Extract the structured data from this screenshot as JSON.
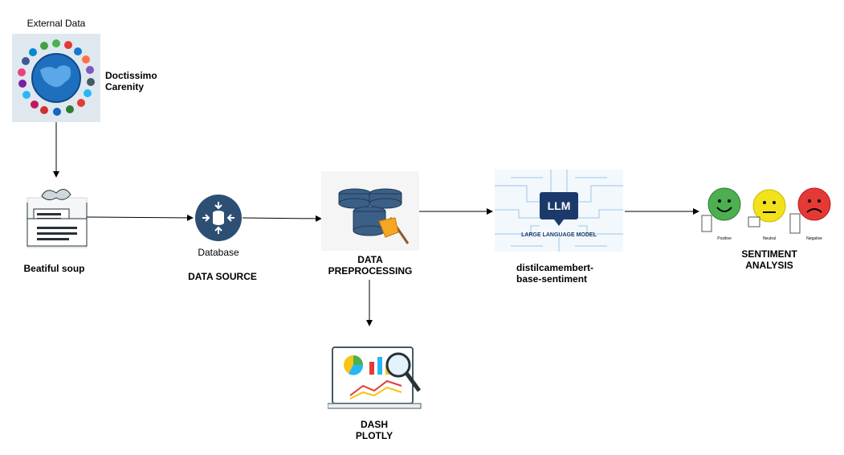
{
  "external": {
    "title": "External Data",
    "sources": "Doctissimo\nCarenity"
  },
  "scraper": {
    "label": "Beatiful soup"
  },
  "database": {
    "caption": "Database",
    "title": "DATA SOURCE",
    "icon": "database-icon"
  },
  "preprocessing": {
    "title": "DATA\nPREPROCESSING",
    "icon": "database-broom-icon"
  },
  "llm": {
    "badge": "LLM",
    "subtitle": "LARGE LANGUAGE MODEL",
    "model": "distilcamembert-\nbase-sentiment"
  },
  "sentiment": {
    "title": "SENTIMENT\nANALYSIS",
    "faces": [
      "Positive",
      "Neutral",
      "Negative"
    ]
  },
  "dashboard": {
    "title": "DASH\nPLOTLY",
    "icon": "analytics-dashboard-icon"
  },
  "colors": {
    "db_blue": "#2d4f73",
    "positive": "#4caf50",
    "neutral": "#f2e21b",
    "negative": "#e53935",
    "llm_navy": "#1b3a6b"
  }
}
